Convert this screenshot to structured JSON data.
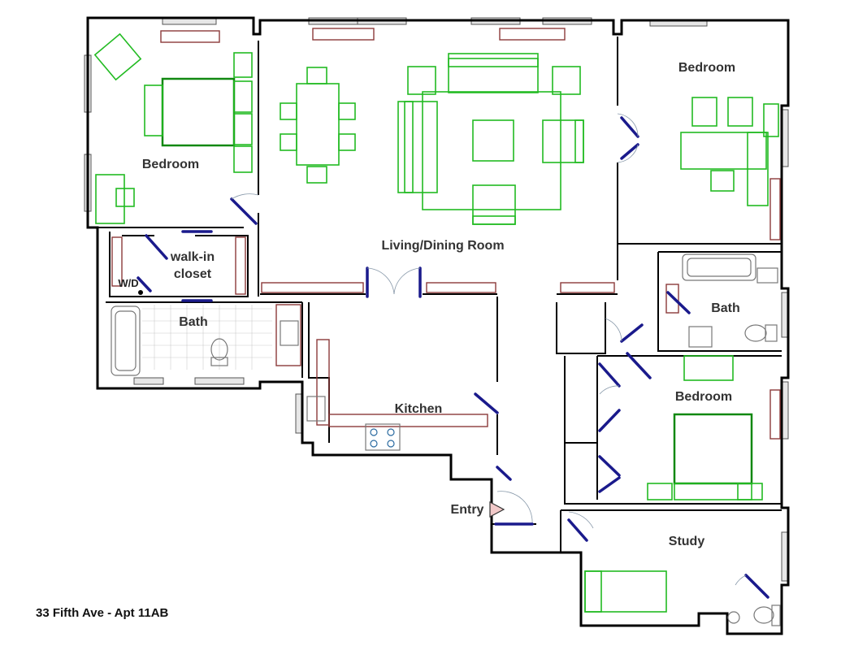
{
  "rooms": {
    "bedroom_nw": "Bedroom",
    "living": "Living/Dining Room",
    "bedroom_ne": "Bedroom",
    "walkin_line1": "walk-in",
    "walkin_line2": "closet",
    "wd": "W/D",
    "bath_w": "Bath",
    "kitchen": "Kitchen",
    "bath_e": "Bath",
    "bedroom_e": "Bedroom",
    "entry": "Entry",
    "study": "Study"
  },
  "caption": "33 Fifth Ave - Apt 11AB",
  "colors": {
    "wall": "#000000",
    "furniture": "#22bb22",
    "door": "#1a1a8c",
    "cabinet": "#8b3a3a",
    "window": "#e6e6e6"
  }
}
